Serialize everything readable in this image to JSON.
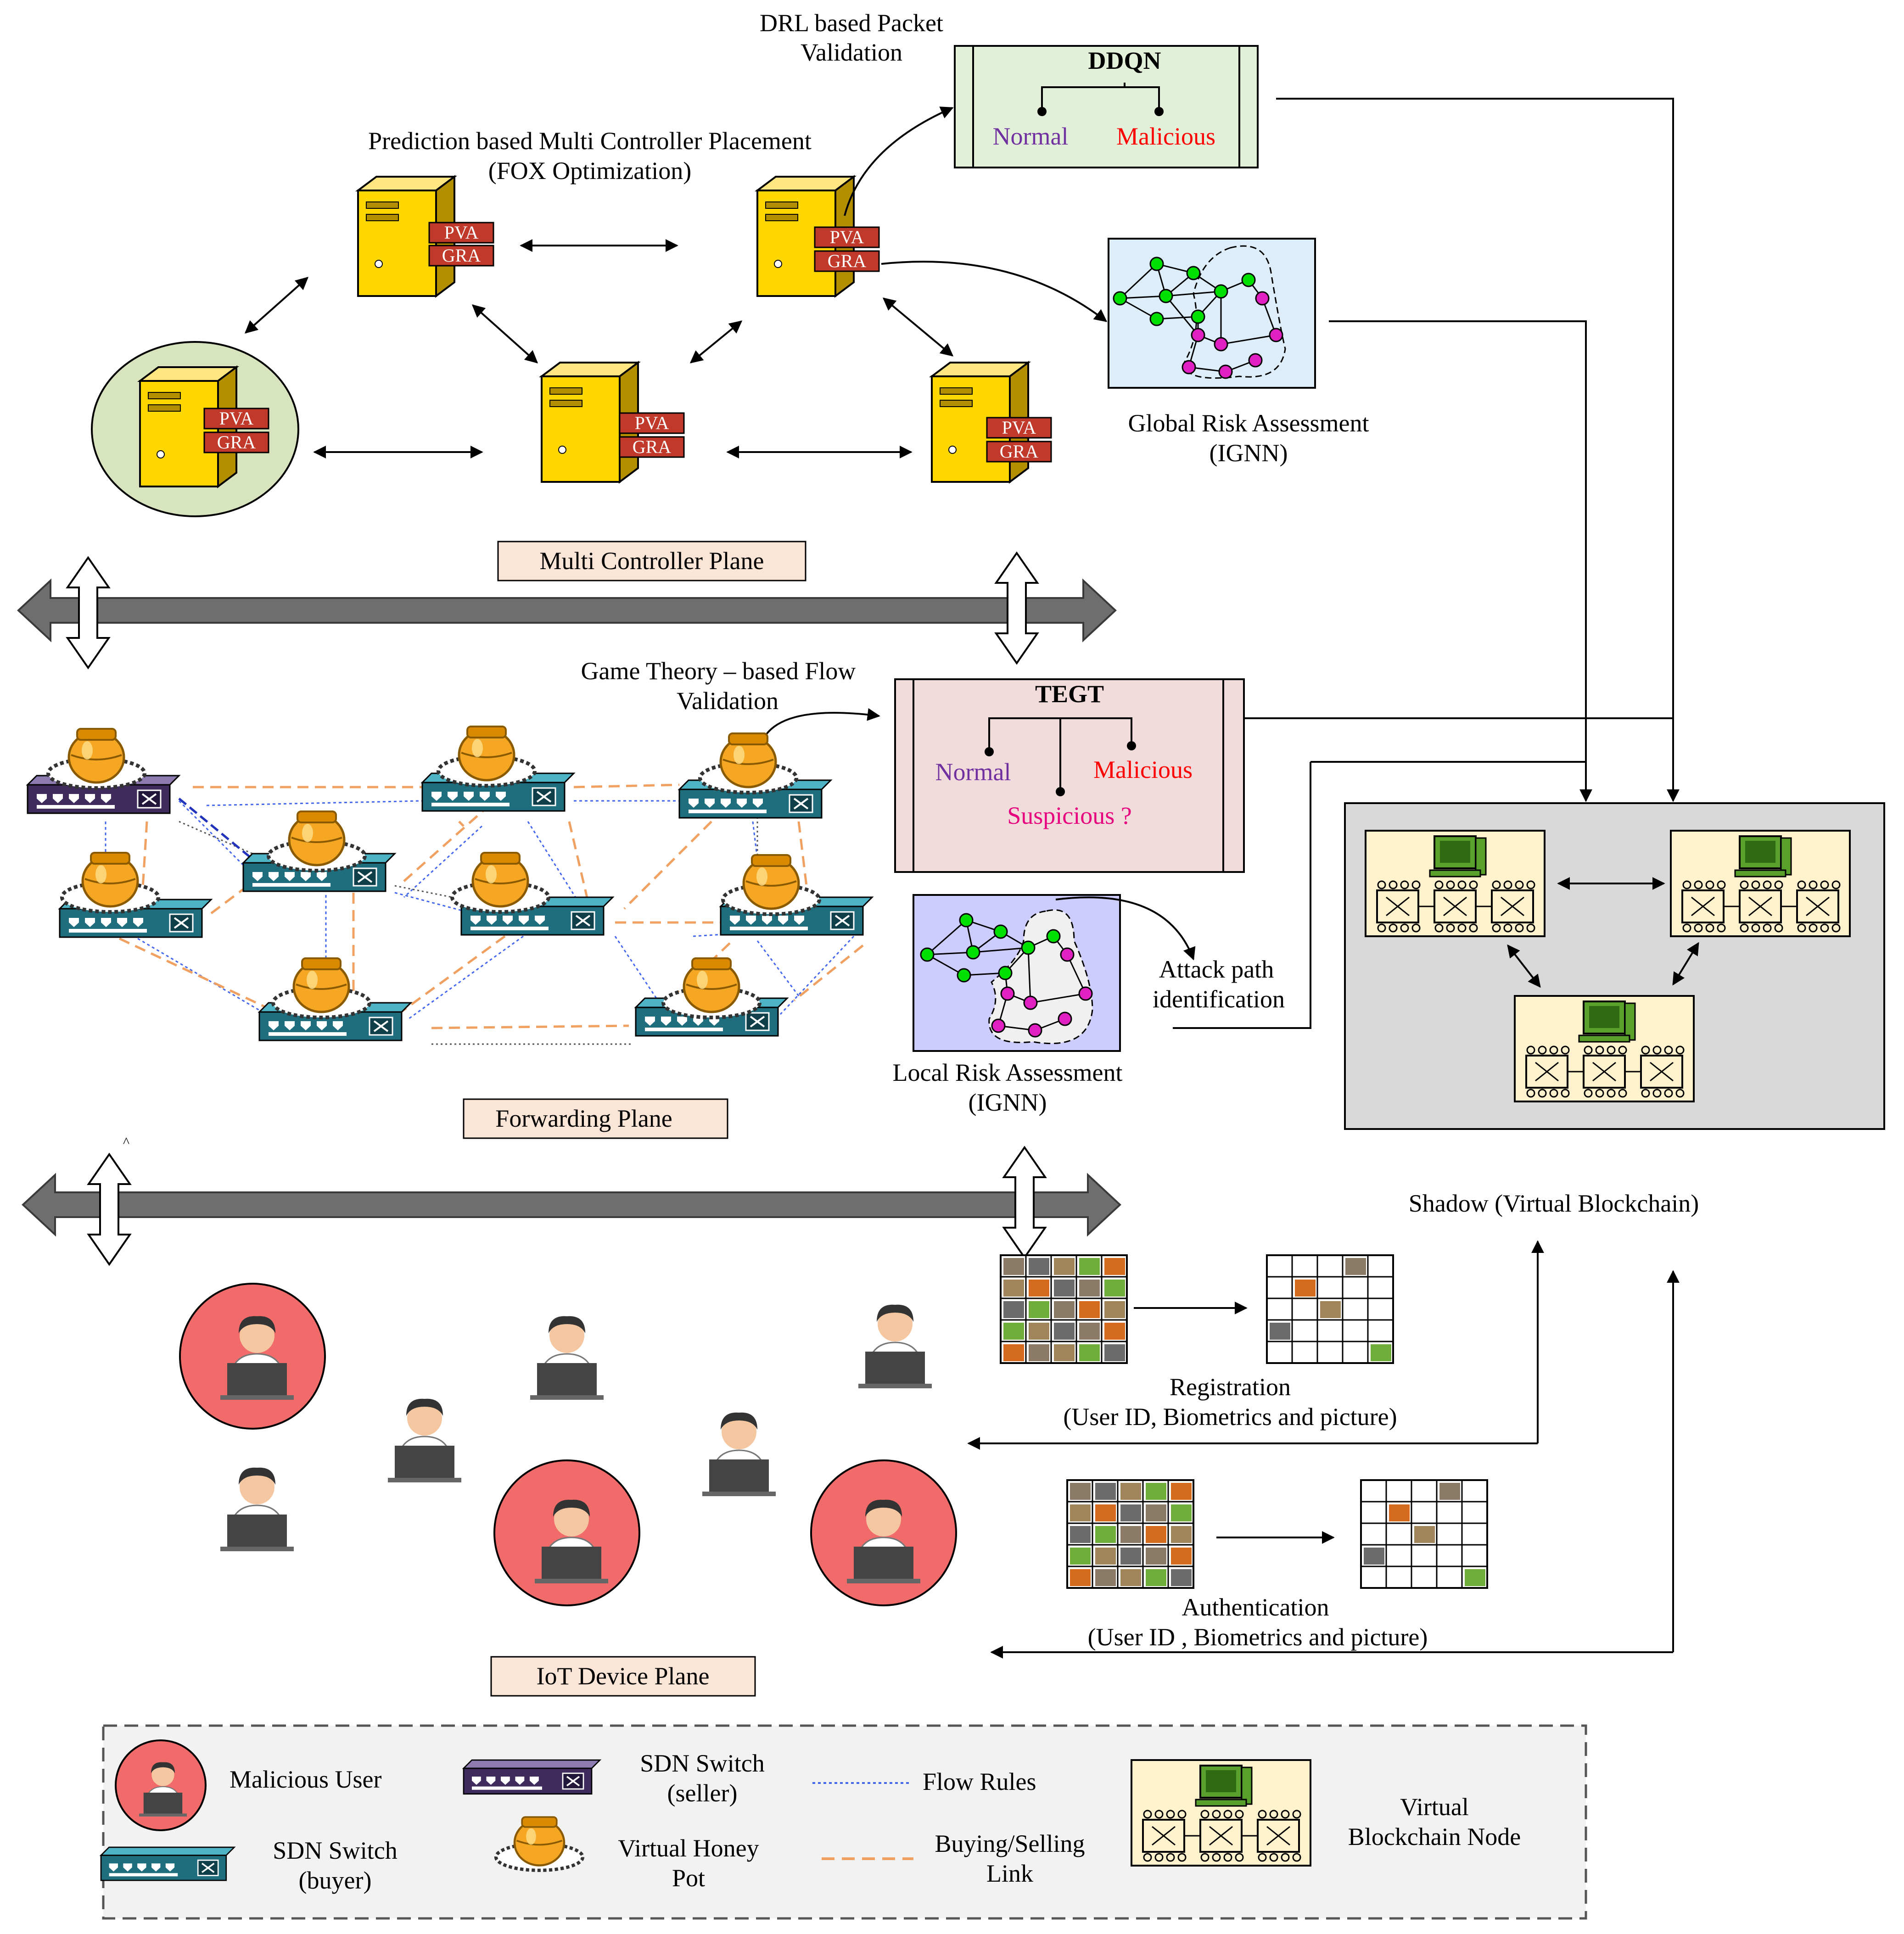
{
  "labels": {
    "drl_title": [
      "DRL based Packet",
      "Validation"
    ],
    "fox_title": [
      "Prediction based Multi Controller Placement",
      "(FOX Optimization)"
    ],
    "global_risk": [
      "Global Risk Assessment",
      "(IGNN)"
    ],
    "game_title": [
      "Game Theory – based Flow",
      "Validation"
    ],
    "attack_path": [
      "Attack path",
      "identification"
    ],
    "local_risk": [
      "Local Risk Assessment",
      "(IGNN)"
    ],
    "shadow": "Shadow (Virtual Blockchain)",
    "registration": [
      "Registration",
      "(User ID, Biometrics and picture)"
    ],
    "authentication": [
      "Authentication",
      "(User ID , Biometrics and picture)"
    ],
    "pva": "PVA",
    "gra": "GRA",
    "caret": "^"
  },
  "planes": {
    "controller": "Multi Controller Plane",
    "forwarding": "Forwarding Plane",
    "iot": "IoT Device Plane"
  },
  "ddqn": {
    "title": "DDQN",
    "normal": "Normal",
    "malicious": "Malicious"
  },
  "tegt": {
    "title": "TEGT",
    "normal": "Normal",
    "malicious": "Malicious",
    "suspicious": "Suspicious ?"
  },
  "legend": {
    "malicious_user": "Malicious User",
    "switch_seller": [
      "SDN Switch",
      "(seller)"
    ],
    "flow_rules": "Flow Rules",
    "blockchain_node": [
      "Virtual",
      "Blockchain Node"
    ],
    "switch_buyer": [
      "SDN Switch",
      "(buyer)"
    ],
    "honey_pot": [
      "Virtual Honey",
      "Pot"
    ],
    "buying_link": [
      "Buying/Selling",
      "Link"
    ]
  },
  "colors": {
    "normal_text": "#7030a0",
    "malicious_text": "#ff0000",
    "suspicious_text": "#e6007e",
    "ddqn_fill": "#e2efd9",
    "tegt_fill": "#f2dcdb",
    "plane_label_fill": "#fbe5d6",
    "node_green": "#00e000",
    "node_pink": "#e020c0",
    "server_yellow": "#ffd700",
    "switch_teal": "#1f6e7e",
    "switch_purple": "#3f2c5c",
    "malicious_red": "#f26b6b",
    "blockchain_fill": "#fff2cc",
    "shadow_fill": "#d9d9d9"
  }
}
